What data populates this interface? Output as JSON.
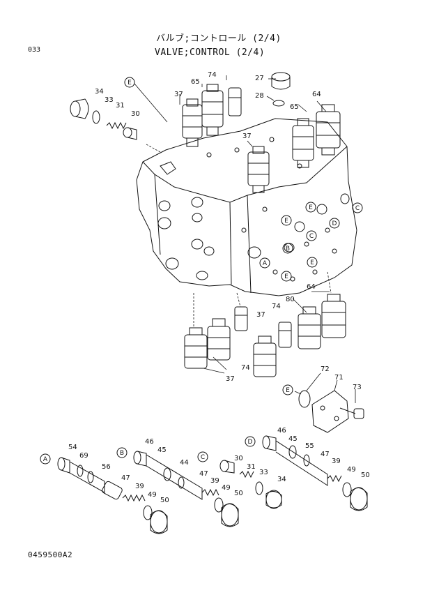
{
  "header": {
    "page_id": "033",
    "title_jp": "バルブ;コントロール (2/4)",
    "title_en": "VALVE;CONTROL (2/4)"
  },
  "footer": {
    "drawing_no": "0459500A2"
  },
  "part_numbers": {
    "p27": "27",
    "p28": "28",
    "p74a": "74",
    "p65a": "65",
    "p37a": "37",
    "p34a": "34",
    "p33a": "33",
    "p31a": "31",
    "p30a": "30",
    "p64a": "64",
    "p65b": "65",
    "p37b": "37",
    "p64b": "64",
    "p80": "80",
    "p74b": "74",
    "p37c": "37",
    "p74c": "74",
    "p37d": "37",
    "p72": "72",
    "p71": "71",
    "p73": "73",
    "p54": "54",
    "p69": "69",
    "p56": "56",
    "p47a": "47",
    "p39a": "39",
    "p49a": "49",
    "p50a": "50",
    "p46a": "46",
    "p45a": "45",
    "p44": "44",
    "p47b": "47",
    "p39b": "39",
    "p49b": "49",
    "p50b": "50",
    "p30b": "30",
    "p31b": "31",
    "p33b": "33",
    "p34b": "34",
    "p46b": "46",
    "p45b": "45",
    "p55": "55",
    "p47c": "47",
    "p39c": "39",
    "p49c": "49",
    "p50c": "50"
  },
  "refs": {
    "e_top": "E",
    "e_plate": "E",
    "a_body": "A",
    "b_body": "B",
    "c_body1": "C",
    "c_body2": "C",
    "d_body": "D",
    "e_body1": "E",
    "e_body2": "E",
    "e_body3": "E",
    "e_body4": "E",
    "a_spool": "A",
    "b_spool": "B",
    "c_spool": "C",
    "d_spool": "D"
  }
}
